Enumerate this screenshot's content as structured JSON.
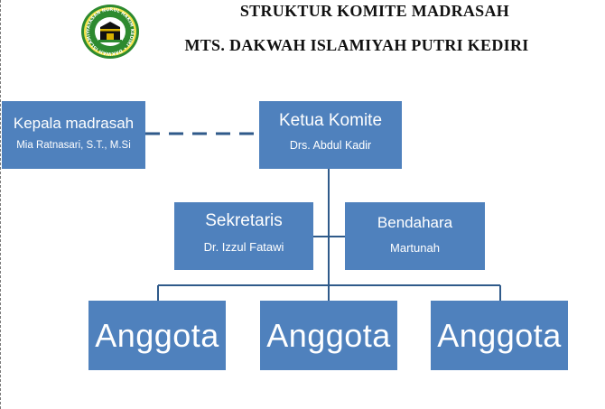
{
  "header": {
    "title_line1": "STRUKTUR KOMITE MADRASAH",
    "title_line2": "MTS. DAKWAH ISLAMIYAH PUTRI KEDIRI",
    "logo_ring_text": "YAYASAN NURUL HAKIM KEDIRI • DAKWAH ISLAMIYAH PUTRI •"
  },
  "org": {
    "kepala": {
      "role": "Kepala madrasah",
      "name": "Mia Ratnasari, S.T., M.Si"
    },
    "ketua": {
      "role": "Ketua Komite",
      "name": "Drs. Abdul Kadir"
    },
    "sekretaris": {
      "role": "Sekretaris",
      "name": "Dr. Izzul Fatawi"
    },
    "bendahara": {
      "role": "Bendahara",
      "name": "Martunah"
    },
    "anggota": [
      {
        "role": "Anggota"
      },
      {
        "role": "Anggota"
      },
      {
        "role": "Anggota"
      }
    ]
  },
  "colors": {
    "box_fill": "#4f81bd",
    "connector": "#2f5a8a",
    "logo_green": "#2d8a2f",
    "logo_gold": "#d9b300"
  }
}
